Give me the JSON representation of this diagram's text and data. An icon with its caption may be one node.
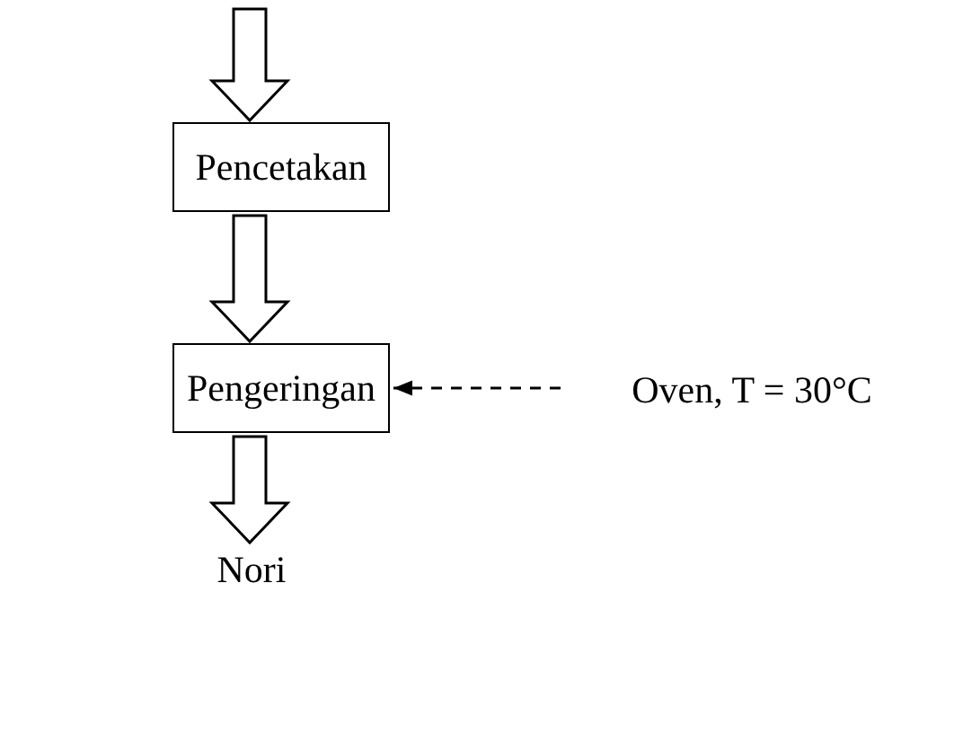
{
  "diagram": {
    "nodes": [
      {
        "text": [
          "Pencetakan"
        ]
      },
      {
        "text": [
          "Pengeringan"
        ]
      },
      {
        "text": [
          "Nori"
        ]
      },
      {
        "text": [
          "Oven, T = 30°C"
        ]
      }
    ],
    "edges": [
      {
        "from": null,
        "to": 0,
        "arrow": "to"
      },
      {
        "from": 0,
        "to": 1,
        "arrow": "to"
      },
      {
        "from": 1,
        "to": 2,
        "arrow": "to"
      },
      {
        "from": 3,
        "to": 1,
        "arrow": "to",
        "style": "dashed"
      }
    ]
  }
}
